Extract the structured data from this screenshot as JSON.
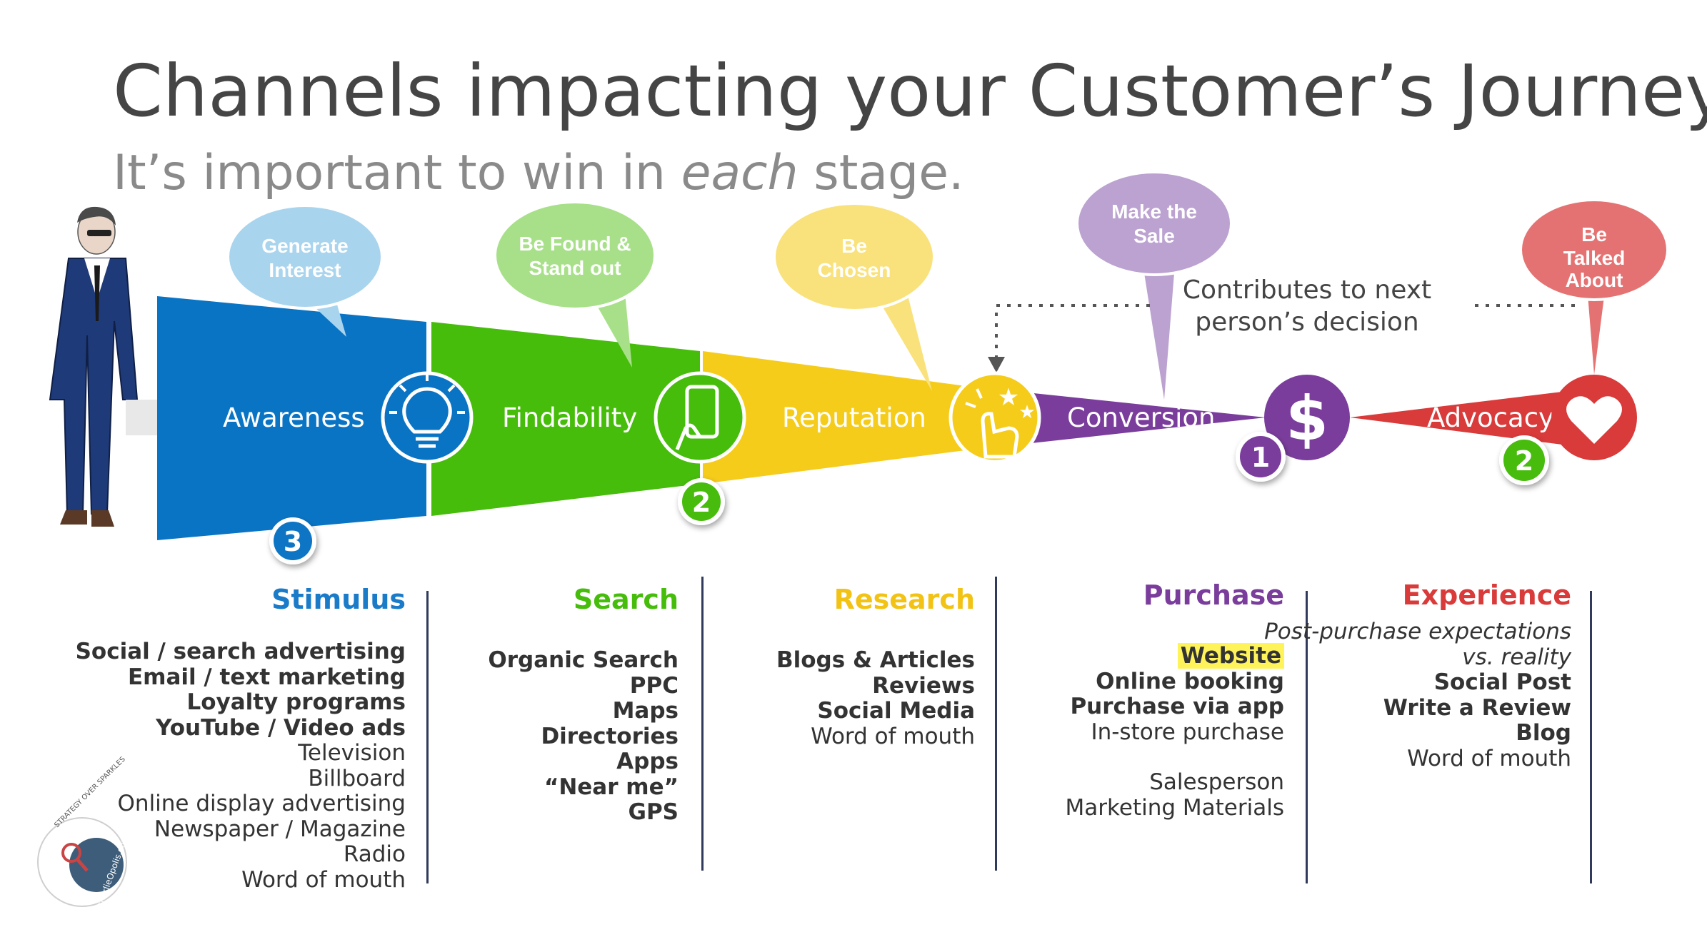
{
  "title": "Channels impacting your Customer’s Journey",
  "subtitle_prefix": "It’s important to win in ",
  "subtitle_emphasis": "each",
  "subtitle_suffix": " stage.",
  "stages": [
    {
      "label": "Awareness",
      "color": "#0a74c4"
    },
    {
      "label": "Findability",
      "color": "#46bc0b"
    },
    {
      "label": "Reputation",
      "color": "#f5cc1a"
    },
    {
      "label": "Conversion",
      "color": "#7a3d9c"
    },
    {
      "label": "Advocacy",
      "color": "#d93a3a"
    }
  ],
  "bubbles": [
    {
      "lines": [
        "Generate",
        "Interest"
      ],
      "color": "#a9d4ee"
    },
    {
      "lines": [
        "Be Found &",
        "Stand out"
      ],
      "color": "#a8e08a"
    },
    {
      "lines": [
        "Be",
        "Chosen"
      ],
      "color": "#f9e27c"
    },
    {
      "lines": [
        "Make the",
        "Sale"
      ],
      "color": "#bba2d0"
    },
    {
      "lines": [
        "Be",
        "Talked",
        "About"
      ],
      "color": "#e57272"
    }
  ],
  "badges": [
    {
      "number": "3",
      "color": "#0a74c4"
    },
    {
      "number": "2",
      "color": "#46bc0b"
    },
    {
      "number": "1",
      "color": "#7a3d9c"
    },
    {
      "number": "2",
      "color": "#46bc0b"
    }
  ],
  "note_line1": "Contributes to next",
  "note_line2": "person’s decision",
  "icons": [
    "lightbulb-icon",
    "phone-tap-icon",
    "click-stars-icon",
    "dollar-icon",
    "heart-icon"
  ],
  "columns": [
    {
      "header": "Stimulus",
      "color": "#1a7bc9",
      "items": [
        {
          "text": "Social / search advertising",
          "bold": true
        },
        {
          "text": "Email / text marketing",
          "bold": true
        },
        {
          "text": "Loyalty programs",
          "bold": true
        },
        {
          "text": "YouTube / Video ads",
          "bold": true
        },
        {
          "text": "Television",
          "bold": false
        },
        {
          "text": "Billboard",
          "bold": false
        },
        {
          "text": "Online display advertising",
          "bold": false
        },
        {
          "text": "Newspaper / Magazine",
          "bold": false
        },
        {
          "text": "Radio",
          "bold": false
        },
        {
          "text": "Word of mouth",
          "bold": false
        }
      ]
    },
    {
      "header": "Search",
      "color": "#46bc0b",
      "items": [
        {
          "text": "Organic Search",
          "bold": true
        },
        {
          "text": "PPC",
          "bold": true
        },
        {
          "text": "Maps",
          "bold": true
        },
        {
          "text": "Directories",
          "bold": true
        },
        {
          "text": "Apps",
          "bold": true
        },
        {
          "text": "“Near me”",
          "bold": true
        },
        {
          "text": "GPS",
          "bold": true
        }
      ]
    },
    {
      "header": "Research",
      "color": "#f2c314",
      "items": [
        {
          "text": "Blogs & Articles",
          "bold": true
        },
        {
          "text": "Reviews",
          "bold": true
        },
        {
          "text": "Social Media",
          "bold": true
        },
        {
          "text": "Word of mouth",
          "bold": false
        }
      ]
    },
    {
      "header": "Purchase",
      "color": "#7a3d9c",
      "items": [
        {
          "text": "Website",
          "bold": true,
          "highlight": true
        },
        {
          "text": "Online booking",
          "bold": true
        },
        {
          "text": "Purchase via app",
          "bold": true
        },
        {
          "text": "In-store purchase",
          "bold": false
        },
        {
          "text": "Salesperson",
          "bold": false,
          "gap": true
        },
        {
          "text": "Marketing Materials",
          "bold": false
        }
      ]
    },
    {
      "header": "Experience",
      "color": "#d93a3a",
      "items": [
        {
          "text": "Post-purchase expectations",
          "italic": true
        },
        {
          "text": "vs. reality",
          "italic": true
        },
        {
          "text": "Social Post",
          "bold": true
        },
        {
          "text": "Write a Review",
          "bold": true
        },
        {
          "text": "Blog",
          "bold": true
        },
        {
          "text": "Word of mouth",
          "bold": false
        }
      ]
    }
  ],
  "logo": {
    "top_text": "STRATEGY OVER SPARKLES",
    "bottom_text": "charlieOpolis.com"
  }
}
